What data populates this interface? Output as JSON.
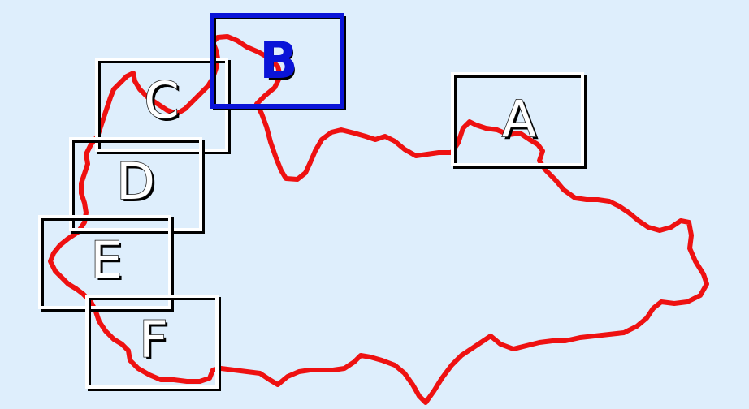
{
  "map": {
    "background_color": "#deeefc",
    "route_color": "#ee1111",
    "selected_color": "#0a14d8",
    "box_color": "#ffffff",
    "selected_label": "B",
    "markers": [
      {
        "id": "A",
        "label": "A"
      },
      {
        "id": "B",
        "label": "B"
      },
      {
        "id": "C",
        "label": "C"
      },
      {
        "id": "D",
        "label": "D"
      },
      {
        "id": "E",
        "label": "E"
      },
      {
        "id": "F",
        "label": "F"
      }
    ]
  }
}
